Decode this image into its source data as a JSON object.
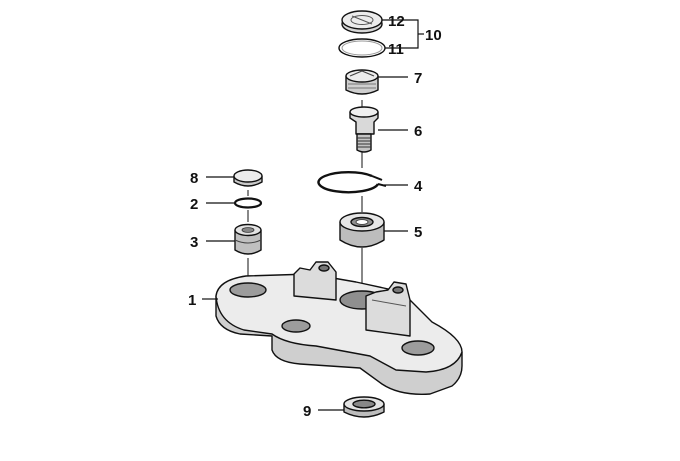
{
  "diagram": {
    "callouts": [
      {
        "id": "12",
        "text": "12"
      },
      {
        "id": "11",
        "text": "11"
      },
      {
        "id": "10",
        "text": "10"
      },
      {
        "id": "7",
        "text": "7"
      },
      {
        "id": "6",
        "text": "6"
      },
      {
        "id": "4",
        "text": "4"
      },
      {
        "id": "5",
        "text": "5"
      },
      {
        "id": "8",
        "text": "8"
      },
      {
        "id": "2",
        "text": "2"
      },
      {
        "id": "3",
        "text": "3"
      },
      {
        "id": "1",
        "text": "1"
      },
      {
        "id": "9",
        "text": "9"
      }
    ]
  },
  "colors": {
    "line": "#111111",
    "shade": "#d6d6d6",
    "shade_dark": "#a8a8a8",
    "background": "#ffffff"
  }
}
